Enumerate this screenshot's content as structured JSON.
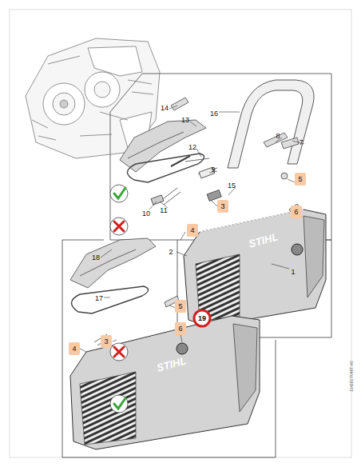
{
  "diagram": {
    "labels": [
      "14",
      "13",
      "12",
      "16",
      "8",
      "7",
      "9",
      "15",
      "5",
      "3",
      "6",
      "10",
      "11",
      "4",
      "2",
      "1",
      "STIHL",
      "18",
      "17",
      "5",
      "3",
      "4",
      "6",
      "19",
      "STIHL",
      "11418ET048T-A0"
    ]
  }
}
